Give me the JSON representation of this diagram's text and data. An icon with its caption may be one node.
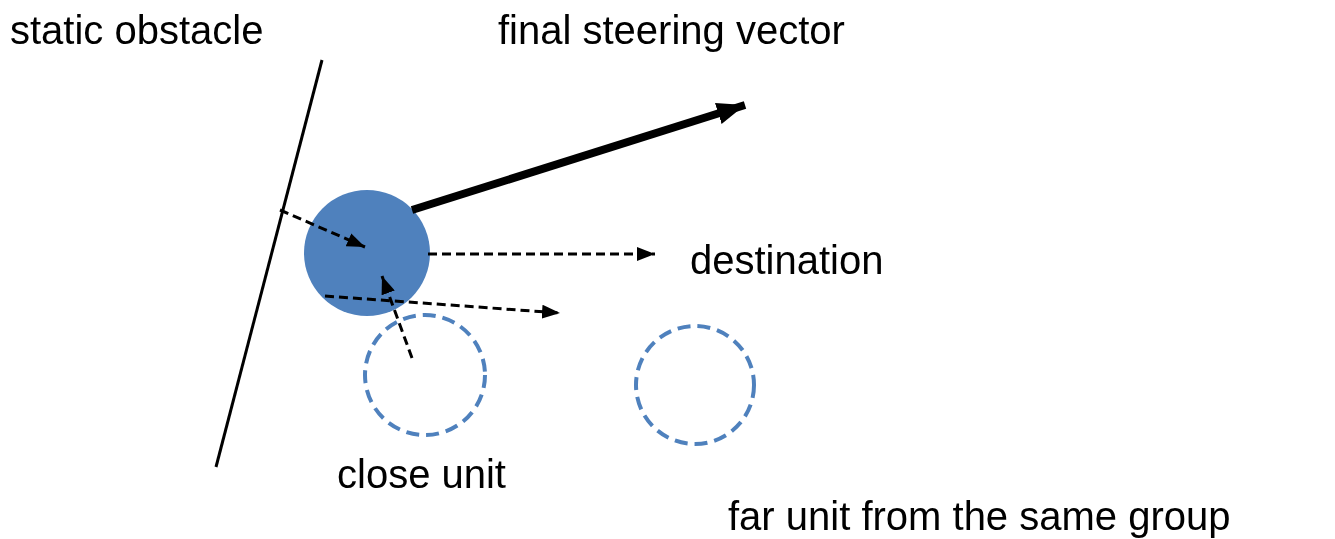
{
  "diagram": {
    "nodes": [
      {
        "text": [],
        "shape": "line",
        "beside": [
          "static obstacle"
        ]
      },
      {
        "text": [],
        "shape": "circle"
      },
      {
        "text": [],
        "shape": "circle",
        "beside": [
          "close unit"
        ]
      },
      {
        "text": [],
        "shape": "circle",
        "beside": [
          "far unit from the same group"
        ]
      },
      {
        "text": [
          "destination"
        ]
      }
    ],
    "edges": [
      {
        "from": 0,
        "to": 1,
        "arrow": "to",
        "style": "dashed"
      },
      {
        "from": 2,
        "to": 1,
        "arrow": "to",
        "style": "dashed"
      },
      {
        "from": 1,
        "to": 4,
        "arrow": "to",
        "style": "dashed"
      },
      {
        "from": 1,
        "to": null,
        "arrow": "to",
        "style": "dashed"
      },
      {
        "from": 1,
        "to": null,
        "arrow": "to",
        "style": "thick"
      }
    ],
    "labels": [
      "final steering vector"
    ]
  }
}
